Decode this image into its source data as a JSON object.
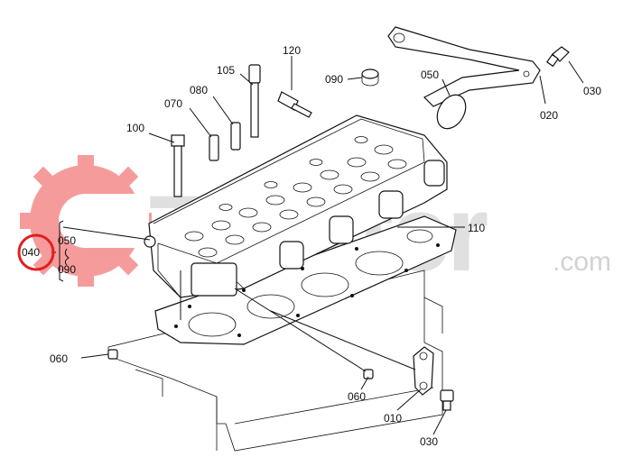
{
  "watermark": {
    "text_part1": "Trakter",
    "text_part2": ".com",
    "gear_color": "#f04a4a",
    "text_color": "#c8c8c8"
  },
  "highlight_color": "#e02020",
  "labels": {
    "p120": "120",
    "p105": "105",
    "p080": "080",
    "p070": "070",
    "p100": "100",
    "p090_top": "090",
    "p050_top": "050",
    "p020": "020",
    "p030_top": "030",
    "p110": "110",
    "p040": "040",
    "p050_left": "050",
    "p090_left": "090",
    "p060_left": "060",
    "p060_bottom": "060",
    "p010": "010",
    "p030_bottom": "030"
  }
}
